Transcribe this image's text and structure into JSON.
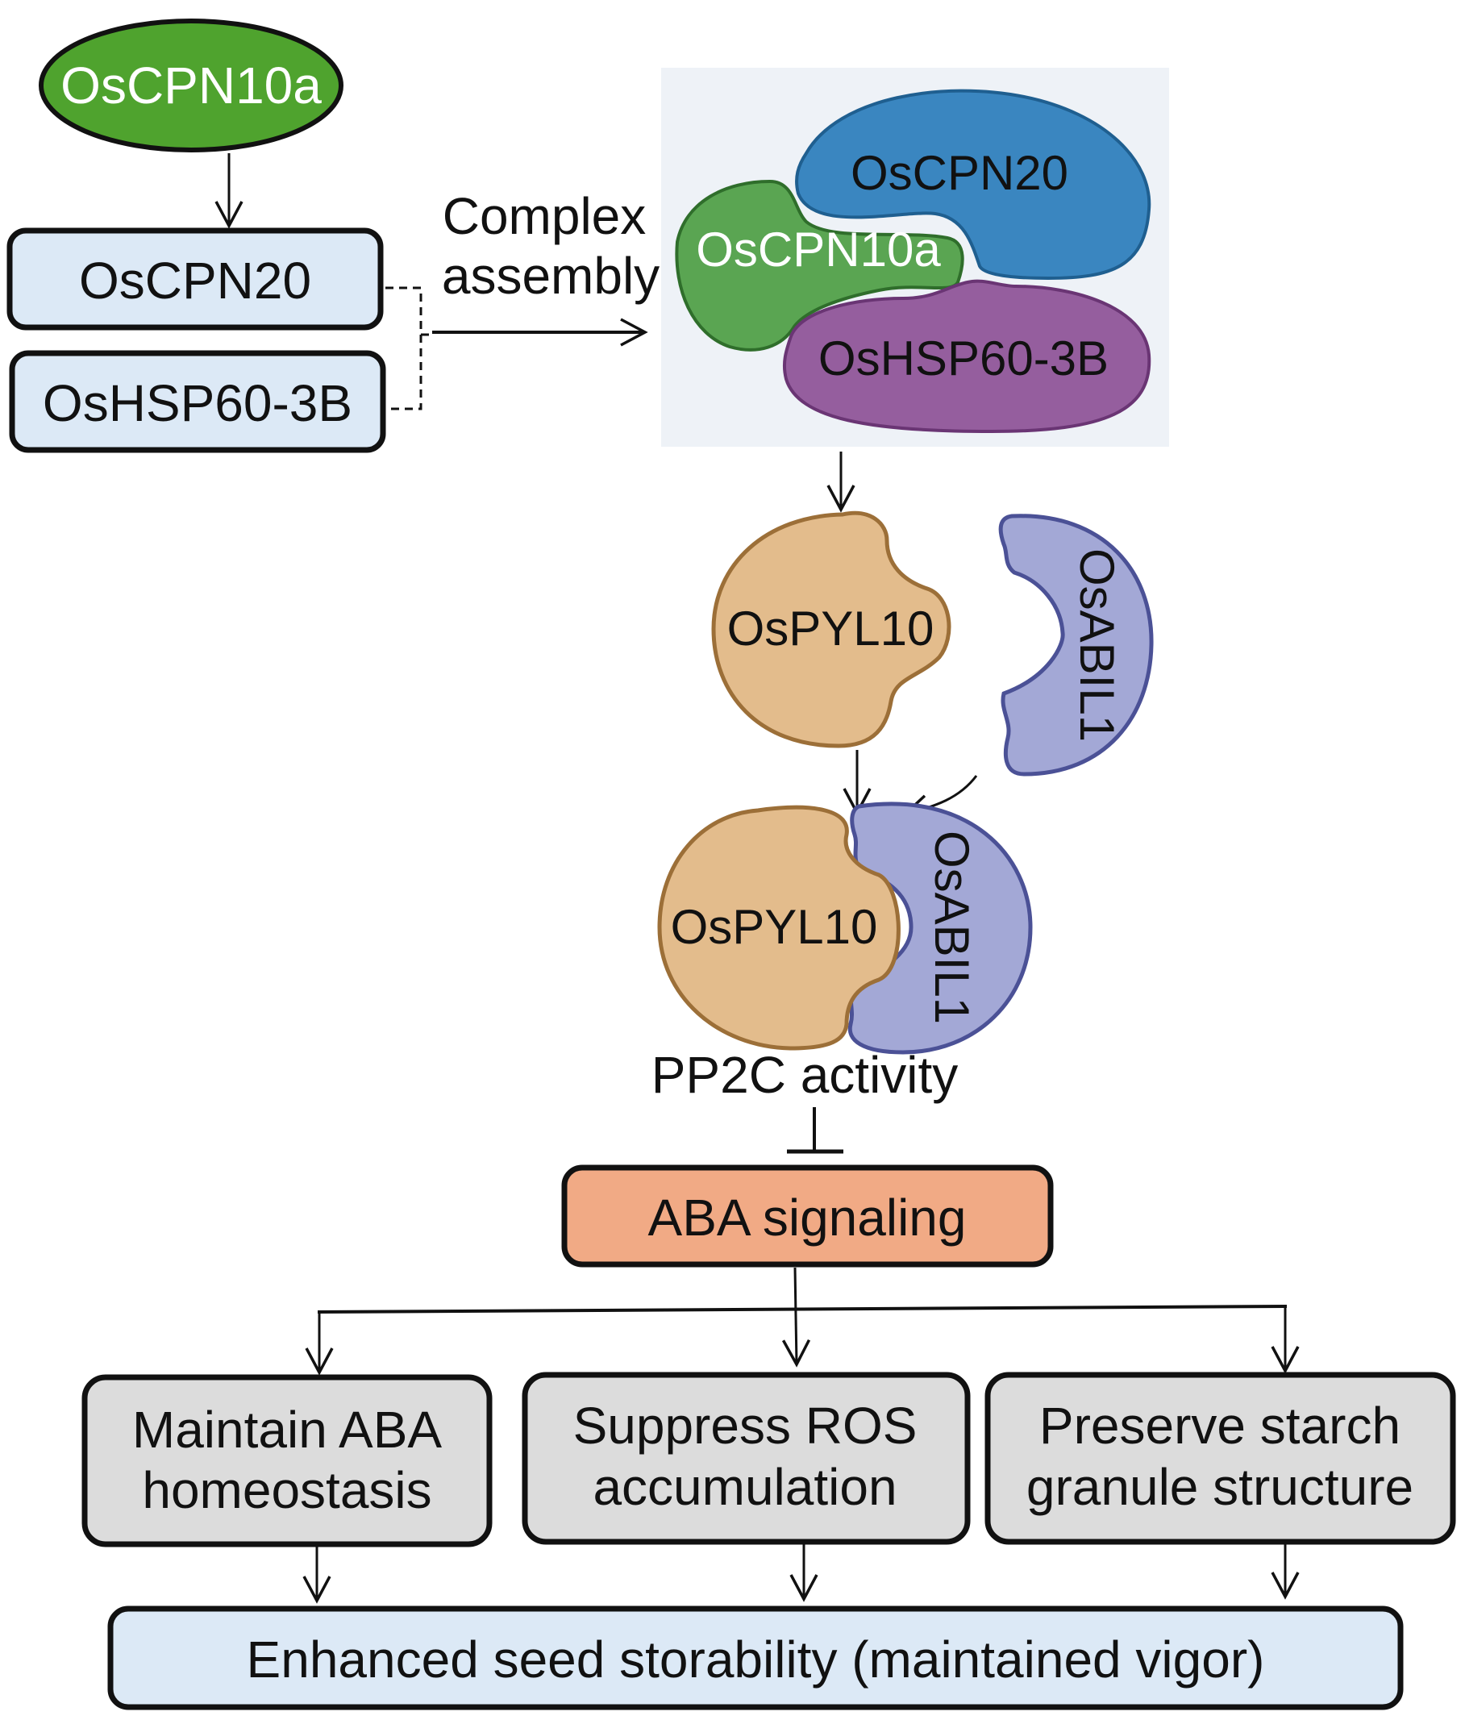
{
  "nodes": {
    "oscpn10a": "OsCPN10a",
    "oscpn20": "OsCPN20",
    "oshsp60": "OsHSP60-3B",
    "complex_label_line1": "Complex",
    "complex_label_line2": "assembly",
    "complex": {
      "cpn20": "OsCPN20",
      "cpn10a": "OsCPN10a",
      "hsp60": "OsHSP60-3B"
    },
    "ospyl10_free": "OsPYL10",
    "osabil1_free": "OsABIL1",
    "ospyl10_bound": "OsPYL10",
    "osabil1_bound": "OsABIL1",
    "pp2c": "PP2C activity",
    "aba_signaling": "ABA signaling",
    "outcomes": [
      {
        "line1": "Maintain ABA",
        "line2": "homeostasis"
      },
      {
        "line1": "Suppress ROS",
        "line2": "accumulation"
      },
      {
        "line1": "Preserve starch",
        "line2": "granule structure"
      }
    ],
    "final": "Enhanced seed storability (maintained vigor)"
  },
  "colors": {
    "green": "#4fa32e",
    "light_blue_box": "#dce9f6",
    "complex_panel": "#eef2f7",
    "cpn20_blue": "#3a86c0",
    "cpn10a_green": "#5aa552",
    "hsp60_purple": "#955e9e",
    "pyl10_tan": "#e3bc8c",
    "abil1_lavender": "#a3a8d6",
    "aba_salmon": "#f1aa85",
    "outcome_gray": "#dcdcdc"
  }
}
